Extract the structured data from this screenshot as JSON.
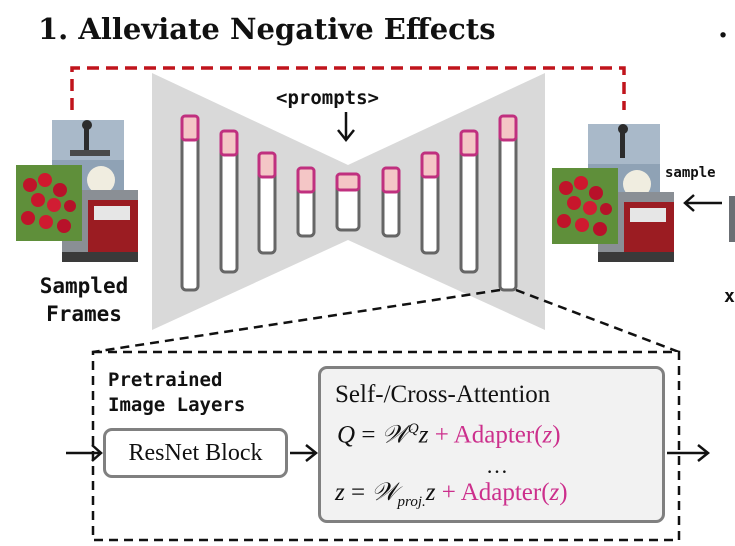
{
  "title": "1. Alleviate Negative Effects",
  "partial_title": ".",
  "sampled_frames_label": [
    "Sampled",
    "Frames"
  ],
  "prompts_label": "<prompts>",
  "sample_label": "sample",
  "pretrained_label": [
    "Pretrained",
    "Image Layers"
  ],
  "resnet_block_label": "ResNet Block",
  "attention": {
    "title": "Self-/Cross-Attention",
    "eq1": {
      "lhs": "Q",
      "eq": " = ",
      "w": "𝒲",
      "sup": "Q",
      "z": "z",
      "plus": " + Adapter(",
      "zi": "z",
      "close": ")"
    },
    "dots": "…",
    "eq2": {
      "lhs": "z",
      "eq": " = ",
      "w": "𝒲",
      "sub": "proj.",
      "z": "z",
      "plus": " + Adapter(",
      "zi": "z",
      "close": ")"
    }
  },
  "colors": {
    "accent_magenta": "#cc2f8c",
    "dashed_red": "#c0141c",
    "unet_gray": "#d9d9d9",
    "block_pink": "#f4c6c6"
  }
}
